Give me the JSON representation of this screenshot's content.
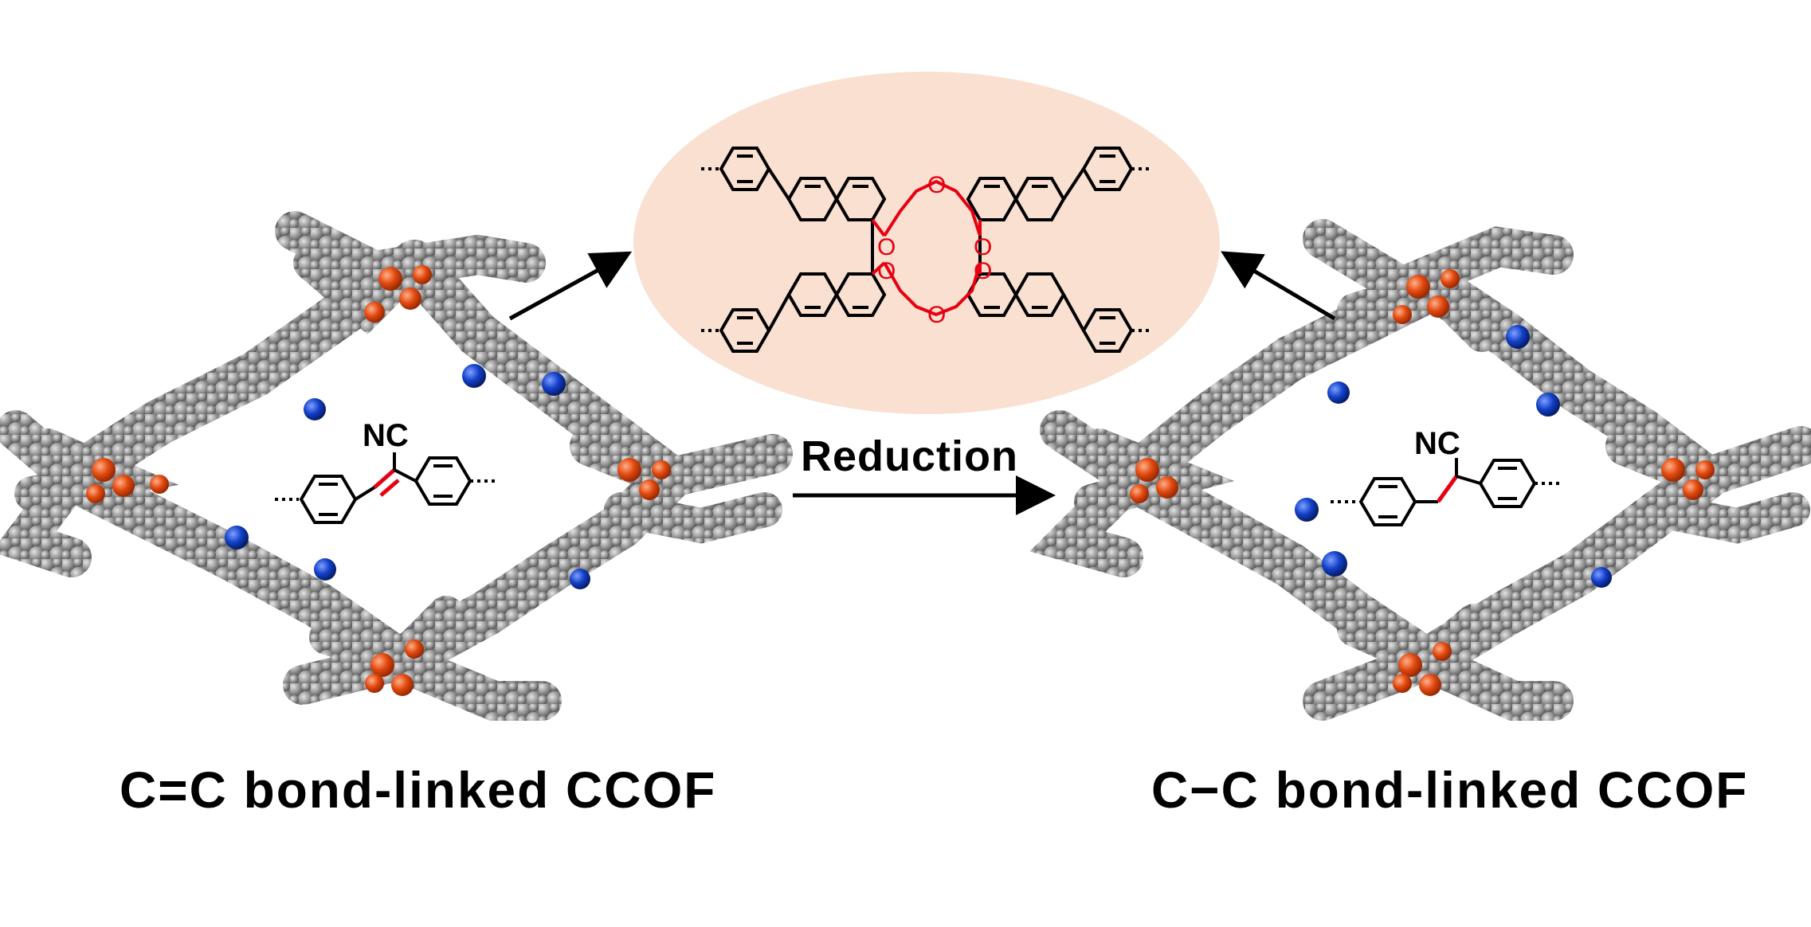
{
  "labels": {
    "left_title": "C=C bond-linked CCOF",
    "right_title": "C−C bond-linked CCOF",
    "arrow_label": "Reduction"
  },
  "chem": {
    "nitrile_left": "NC",
    "nitrile_right": "NC",
    "oxygen": "O"
  },
  "colors": {
    "carbon_atoms": "#8c8c8c",
    "oxygen_atoms": "#e2490f",
    "nitrogen_atoms": "#1240c8",
    "bond_highlight": "#e60012",
    "inset_background": "#f9e0d0"
  }
}
